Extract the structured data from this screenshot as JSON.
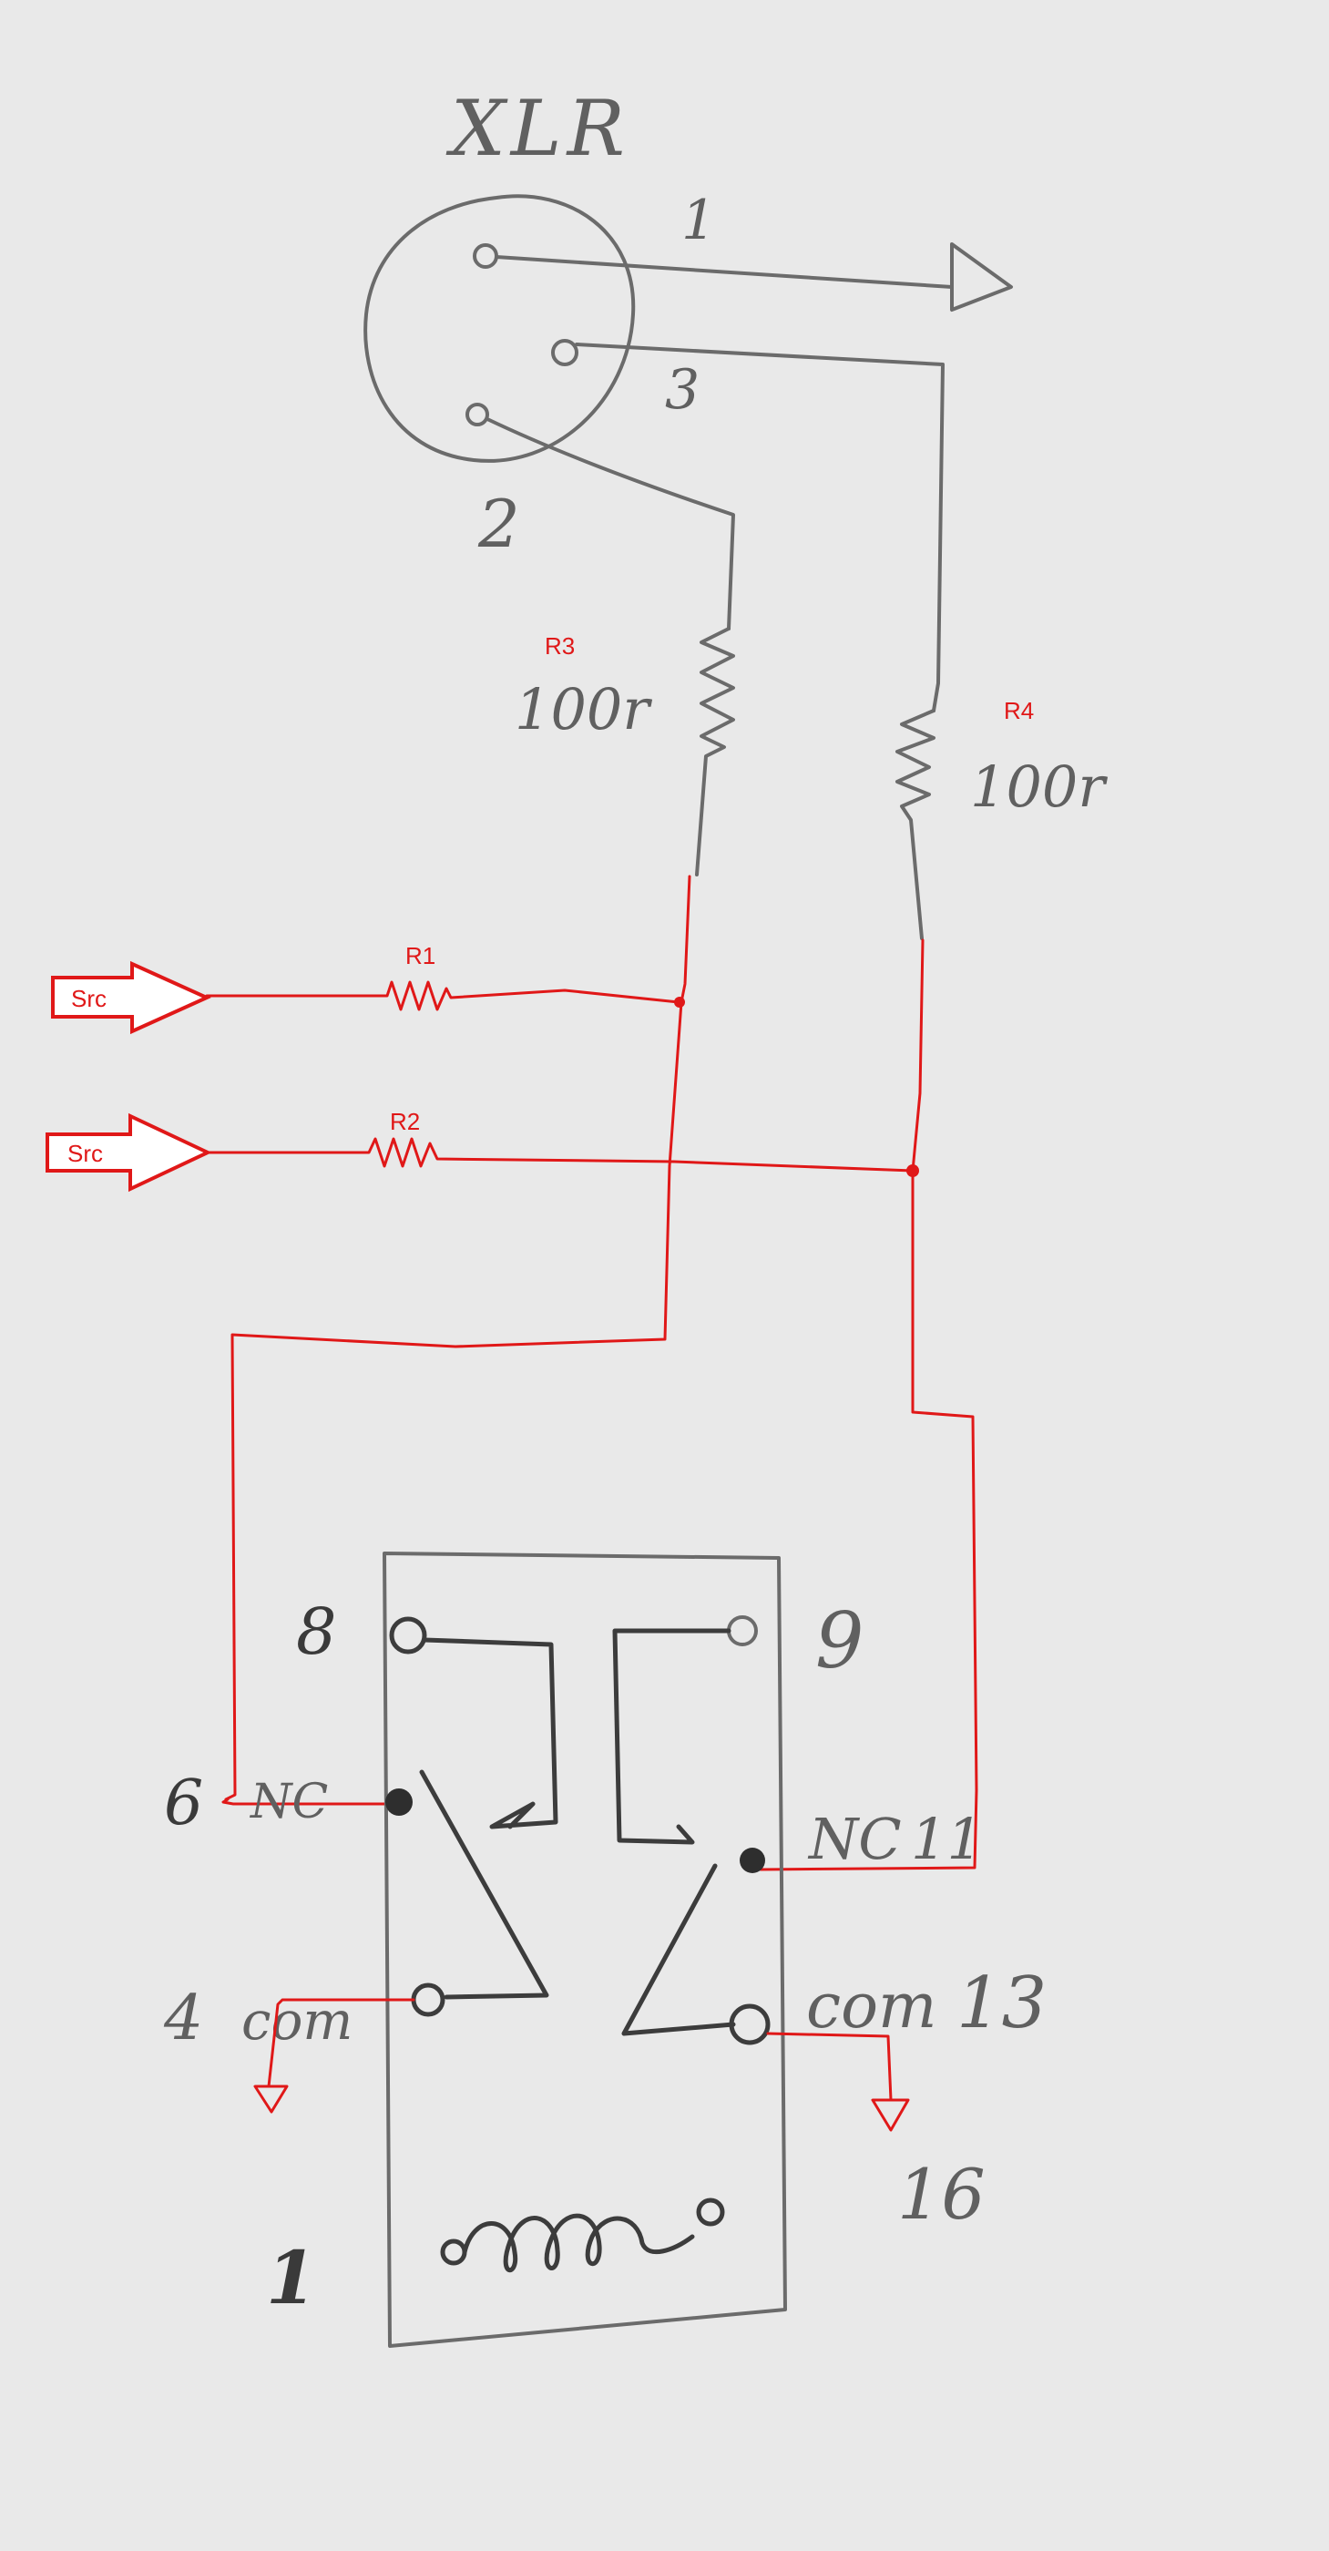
{
  "connector": {
    "title": "XLR",
    "pin1": "1",
    "pin2": "2",
    "pin3": "3"
  },
  "resistors": {
    "r1": {
      "name": "R1"
    },
    "r2": {
      "name": "R2"
    },
    "r3": {
      "name": "R3",
      "value": "100r"
    },
    "r4": {
      "name": "R4",
      "value": "100r"
    }
  },
  "sources": [
    {
      "label": "Src"
    },
    {
      "label": "Src"
    }
  ],
  "relay": {
    "pin8": "8",
    "pin9": "9",
    "pin6": "6",
    "nc_left": "NC",
    "nc_right": "NC",
    "pin11": "11",
    "pin4": "4",
    "com_left": "com",
    "com_right": "com",
    "pin13": "13",
    "pin16": "16",
    "pin1": "1"
  },
  "colors": {
    "paper": "#e9e9e9",
    "pencil": "#6b6b6b",
    "red_overlay": "#e01818"
  }
}
